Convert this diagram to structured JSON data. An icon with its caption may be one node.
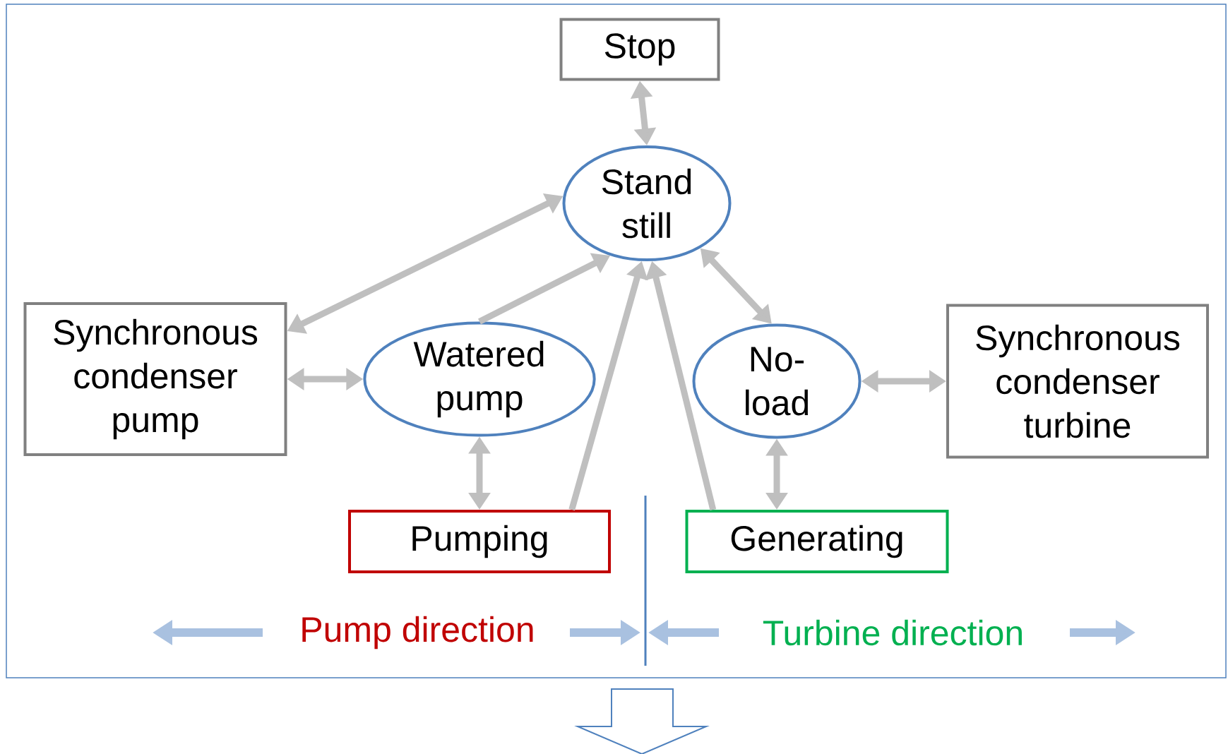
{
  "diagram": {
    "nodes": [
      {
        "text": [
          "Stop"
        ]
      },
      {
        "text": [
          "Stand still"
        ]
      },
      {
        "text": [
          "Synchronous condenser pump"
        ]
      },
      {
        "text": [
          "Watered pump"
        ]
      },
      {
        "text": [
          "No-load"
        ]
      },
      {
        "text": [
          "Synchronous condenser turbine"
        ]
      },
      {
        "text": [
          "Pumping"
        ]
      },
      {
        "text": [
          "Generating"
        ]
      }
    ],
    "edges": [
      {
        "from": 0,
        "to": 1,
        "arrow": "both"
      },
      {
        "from": 2,
        "to": 1,
        "arrow": "both"
      },
      {
        "from": 3,
        "to": 1,
        "arrow": "to"
      },
      {
        "from": 2,
        "to": 3,
        "arrow": "both"
      },
      {
        "from": 3,
        "to": 6,
        "arrow": "both"
      },
      {
        "from": 6,
        "to": 1,
        "arrow": "to"
      },
      {
        "from": 7,
        "to": 1,
        "arrow": "to"
      },
      {
        "from": 1,
        "to": 4,
        "arrow": "both"
      },
      {
        "from": 4,
        "to": 5,
        "arrow": "both"
      },
      {
        "from": 4,
        "to": 7,
        "arrow": "both"
      }
    ],
    "labels": [
      "Pump direction",
      "Turbine direction"
    ]
  }
}
